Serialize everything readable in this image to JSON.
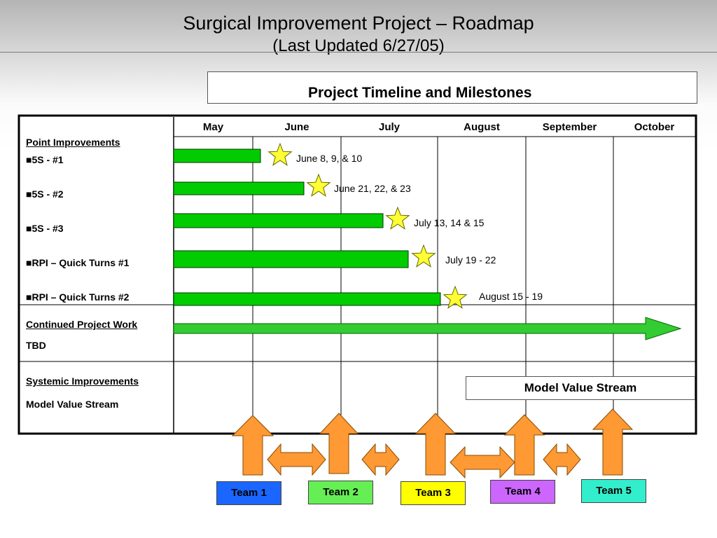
{
  "header": {
    "title": "Surgical Improvement Project – Roadmap",
    "subtitle": "(Last Updated 6/27/05)"
  },
  "timeline": {
    "title": "Project Timeline and Milestones",
    "months": [
      "May",
      "June",
      "July",
      "August",
      "September",
      "October"
    ]
  },
  "sections": {
    "point": {
      "heading": "Point Improvements",
      "items": [
        {
          "label": "■5S - #1",
          "milestone": "June 8, 9, & 10"
        },
        {
          "label": "■5S - #2",
          "milestone": "June 21, 22, & 23"
        },
        {
          "label": "■5S - #3",
          "milestone": "July 13, 14 & 15"
        },
        {
          "label": "■RPI – Quick Turns #1",
          "milestone": "July 19 - 22"
        },
        {
          "label": "■RPI – Quick Turns #2",
          "milestone": "August  15 - 19"
        }
      ]
    },
    "continued": {
      "heading": "Continued Project Work",
      "sub": "TBD"
    },
    "systemic": {
      "heading": "Systemic Improvements",
      "sub": "Model Value Stream",
      "box": "Model Value Stream"
    }
  },
  "teams": [
    {
      "label": "Team 1",
      "color": "#1a66ff"
    },
    {
      "label": "Team 2",
      "color": "#66ee55"
    },
    {
      "label": "Team 3",
      "color": "#ffff00"
    },
    {
      "label": "Team 4",
      "color": "#cc66ff"
    },
    {
      "label": "Team 5",
      "color": "#33eecc"
    }
  ],
  "colors": {
    "bar": "#00cc00",
    "star": "#ffff33",
    "arrow": "#ff9933"
  }
}
